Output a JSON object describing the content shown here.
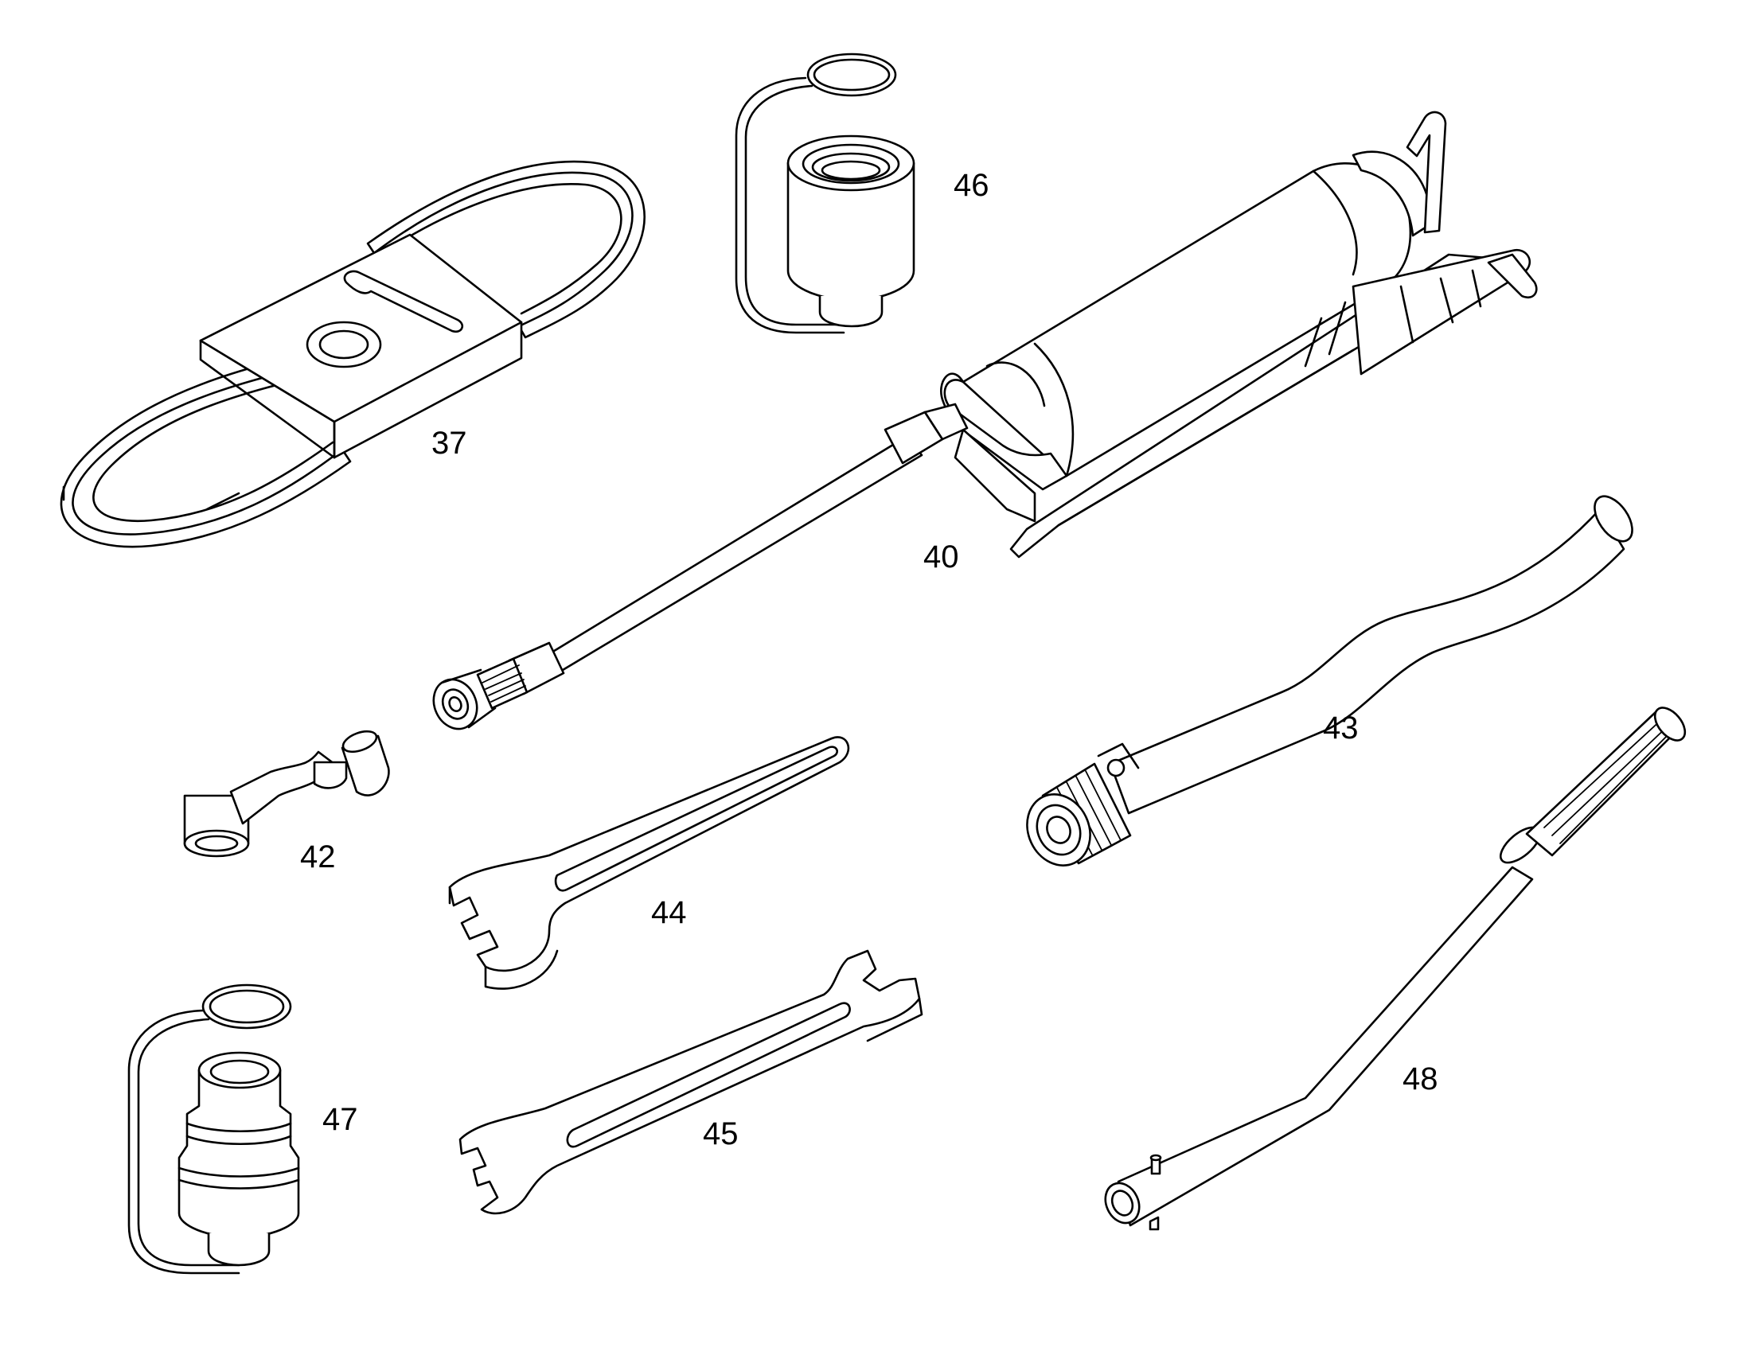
{
  "diagram": {
    "parts": [
      {
        "id": "belt",
        "callout": "37"
      },
      {
        "id": "grease_gun",
        "callout": "40"
      },
      {
        "id": "angled_adapter",
        "callout": "42"
      },
      {
        "id": "extension_handle",
        "callout": "43"
      },
      {
        "id": "open_end_wrench_a",
        "callout": "44"
      },
      {
        "id": "open_end_wrench_b",
        "callout": "45"
      },
      {
        "id": "cap_with_strap",
        "callout": "46"
      },
      {
        "id": "threaded_plug_with_strap",
        "callout": "47"
      },
      {
        "id": "bent_rod_handle",
        "callout": "48"
      }
    ],
    "colors": {
      "line": "#000000",
      "background": "#ffffff"
    }
  }
}
